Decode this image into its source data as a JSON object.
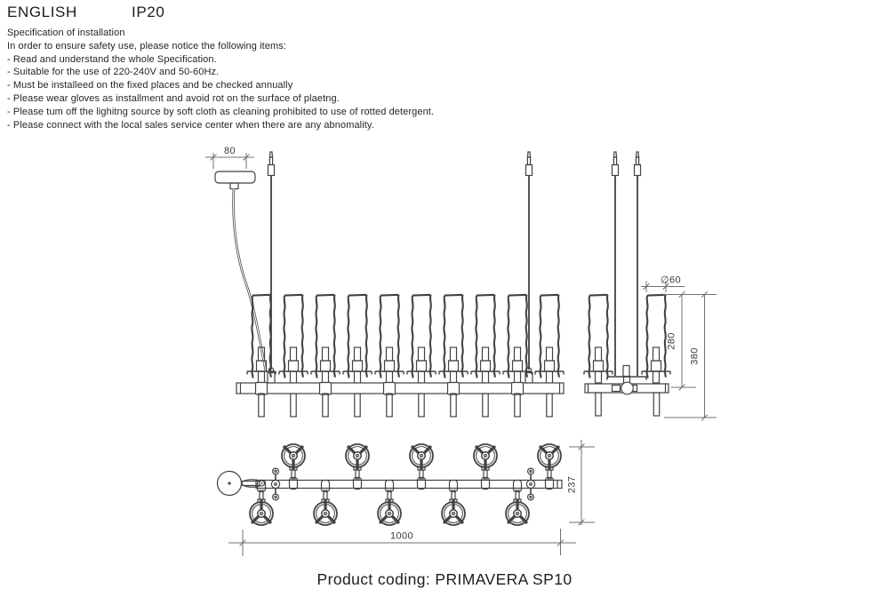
{
  "header": {
    "language": "ENGLISH",
    "ip_rating": "IP20"
  },
  "spec": {
    "title": "Specification of installation",
    "intro": "In order to ensure safety use, please notice the following items:",
    "items": [
      "- Read and understand the whole Specification.",
      "- Suitable for the use of 220-240V and 50-60Hz.",
      "- Must be installeed on the fixed places and be checked annually",
      "- Please wear gloves as installment and avoid rot on the surface of plaetng.",
      "- Please tum off the lighitng source by soft cloth as cleaning prohibited to use of rotted detergent.",
      "- Please connect with the local sales service center when there are any abnomality."
    ]
  },
  "drawing": {
    "dims": {
      "canopy_width": "80",
      "tube_diameter": "∅60",
      "body_height": "280",
      "overall_height": "380",
      "length": "1000",
      "depth": "237"
    },
    "line_color": "#424242"
  },
  "footer": {
    "product_coding": "Product coding: PRIMAVERA SP10"
  }
}
